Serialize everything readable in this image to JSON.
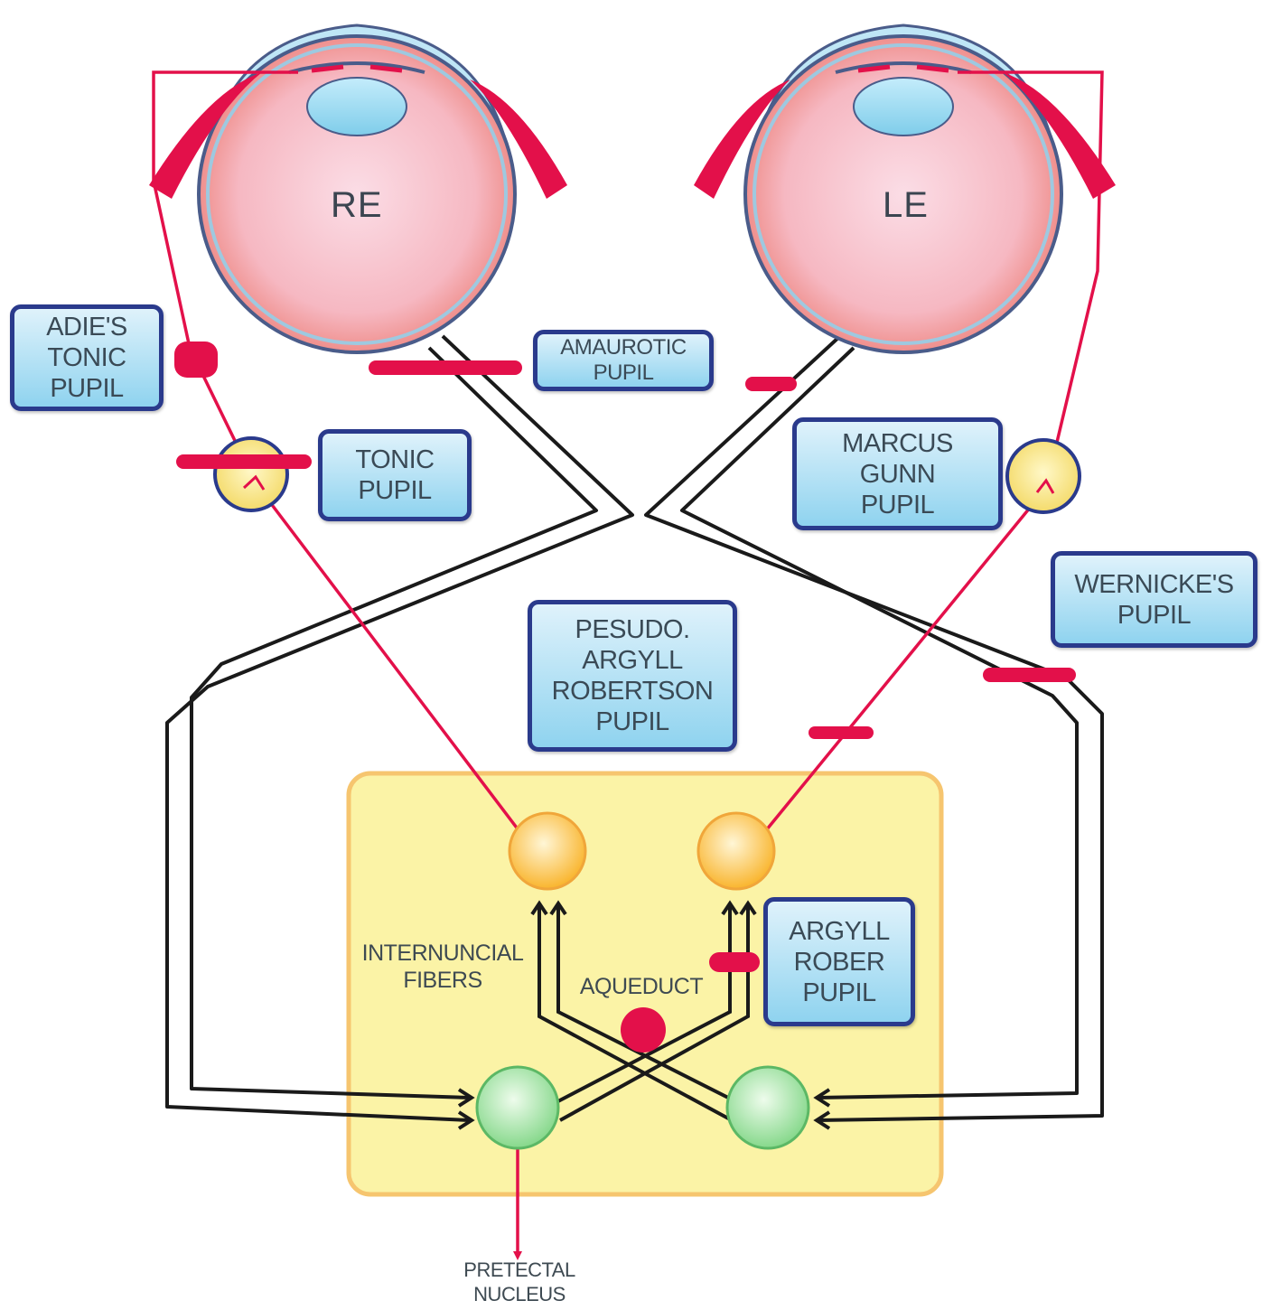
{
  "eyes": {
    "right_label": "RE",
    "left_label": "LE"
  },
  "labels": {
    "adies_tonic_pupil": [
      "ADIE'S",
      "TONIC",
      "PUPIL"
    ],
    "amaurotic_pupil": [
      "AMAUROTIC",
      "PUPIL"
    ],
    "tonic_pupil": [
      "TONIC",
      "PUPIL"
    ],
    "marcus_gunn_pupil": [
      "MARCUS",
      "GUNN",
      "PUPIL"
    ],
    "wernickes_pupil": [
      "WERNICKE'S",
      "PUPIL"
    ],
    "pseudo_argyll_robertson_pupil": [
      "PESUDO.",
      "ARGYLL",
      "ROBERTSON",
      "PUPIL"
    ],
    "argyll_rober_pupil": [
      "ARGYLL",
      "ROBER",
      "PUPIL"
    ]
  },
  "annotations": {
    "internuncial_fibers": [
      "INTERNUNCIAL",
      "FIBERS"
    ],
    "aqueduct": "AQUEDUCT",
    "pretectal_nucleus": [
      "PRETECTAL",
      "NUCLEUS"
    ]
  },
  "colors": {
    "pathway_red": "#e3104a",
    "label_border": "#2a3a8c",
    "label_fill": "#8fd3ef",
    "midbrain_fill": "#fbf3a6",
    "midbrain_border": "#f6c56f",
    "nucleus_yellow": "#f9c23a",
    "nucleus_green": "#9be29b",
    "eye_pink": "#f7a9b4",
    "ganglion_fill": "#f5e27a"
  }
}
